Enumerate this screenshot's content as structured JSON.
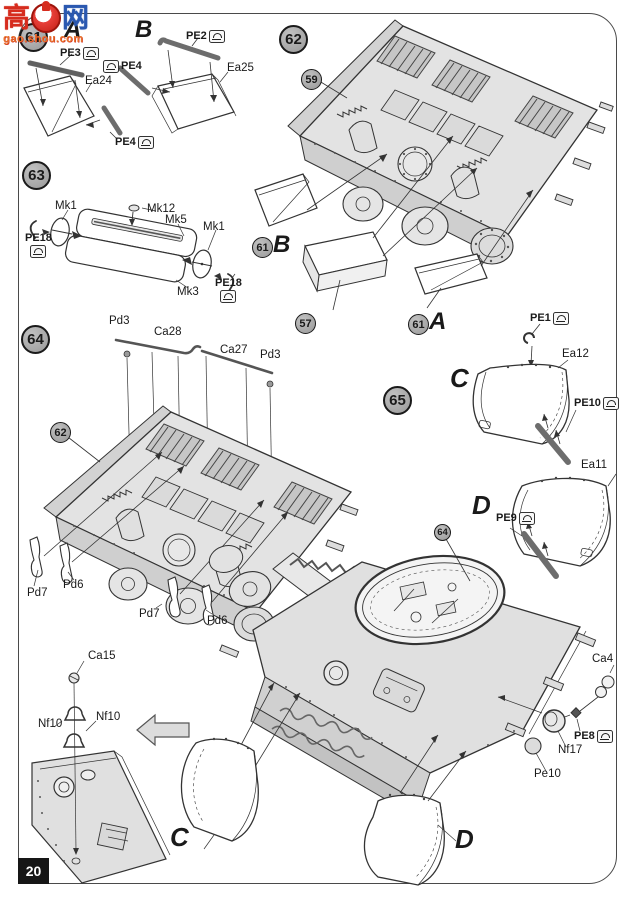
{
  "page": {
    "number": "20",
    "watermark": {
      "char_left": "高",
      "char_right": "网",
      "site": "gao.shou.com"
    }
  },
  "steps": {
    "step61": {
      "number": "61",
      "sub_a": {
        "letter": "A",
        "pe3": "PE3",
        "ea24": "Ea24",
        "pe4": "PE4"
      },
      "sub_b": {
        "letter": "B",
        "pe4": "PE4",
        "pe2": "PE2",
        "ea25": "Ea25"
      }
    },
    "step62": {
      "number": "62",
      "callout_59": "59",
      "callout_61b": {
        "number": "61",
        "letter": "B"
      },
      "callout_57": "57",
      "callout_61a": {
        "number": "61",
        "letter": "A"
      }
    },
    "step63": {
      "number": "63",
      "mk1_left": "Mk1",
      "pe18_left": "PE18",
      "mk12": "Mk12",
      "mk5": "Mk5",
      "mk1_right": "Mk1",
      "pe18_right": "PE18",
      "mk3": "Mk3"
    },
    "step64": {
      "number": "64",
      "callout_62": "62",
      "pd3_left": "Pd3",
      "ca28": "Ca28",
      "ca27": "Ca27",
      "pd3_right": "Pd3",
      "pd7_first": "Pd7",
      "pd6_first": "Pd6",
      "pd7_second": "Pd7",
      "pd6_second": "Pd6"
    },
    "step65": {
      "number": "65",
      "callout_64": "64",
      "sub_c": {
        "letter": "C",
        "pe1": "PE1",
        "ea12": "Ea12",
        "pe10": "PE10"
      },
      "sub_d": {
        "letter": "D",
        "ea11": "Ea11",
        "pe9": "PE9"
      },
      "main": {
        "ca15": "Ca15",
        "nf10_upper": "Nf10",
        "nf10_lower": "Nf10",
        "ca4": "Ca4",
        "pe8": "PE8",
        "nf17": "Nf17",
        "pe10_ball": "Pe10",
        "fender_c": "C",
        "fender_d": "D"
      }
    }
  }
}
